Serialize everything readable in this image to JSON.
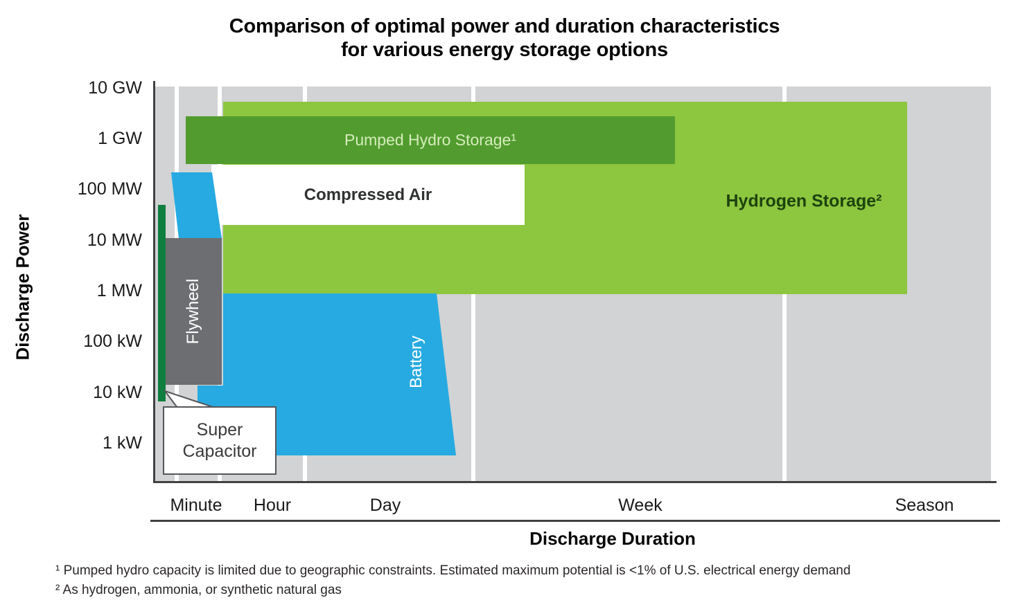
{
  "title": {
    "line1": "Comparison of optimal power and duration characteristics",
    "line2": "for various energy storage options"
  },
  "y_axis": {
    "label": "Discharge Power",
    "ticks": [
      "10 GW",
      "1 GW",
      "100 MW",
      "10 MW",
      "1 MW",
      "100 kW",
      "10 kW",
      "1 kW"
    ]
  },
  "x_axis": {
    "label": "Discharge Duration",
    "ticks": [
      "Minute",
      "Hour",
      "Day",
      "Week",
      "Season"
    ]
  },
  "region_labels": {
    "hydrogen": "Hydrogen Storage²",
    "pumped_hydro": "Pumped Hydro Storage¹",
    "compressed_air": "Compressed Air",
    "flywheel": "Flywheel",
    "battery": "Battery",
    "super_capacitor_line1": "Super",
    "super_capacitor_line2": "Capacitor"
  },
  "footnotes": [
    "¹ Pumped hydro capacity is limited due to geographic constraints. Estimated maximum potential is <1% of U.S. electrical energy demand",
    "² As hydrogen, ammonia, or synthetic natural gas"
  ],
  "colors": {
    "plot_bg": "#d1d3d4",
    "grid": "#ffffff",
    "axis": "#414042",
    "hydrogen": "#8dc63f",
    "pumped_hydro": "#529c2f",
    "compressed_air": "#ffffff",
    "battery": "#27aae1",
    "flywheel": "#6d6e71",
    "super_capacitor": "#0f7e3f",
    "hydrogen_label": "#1d430f",
    "pumped_hydro_label": "#d5ecbb",
    "compressed_air_label": "#2f3130",
    "white_label": "#ffffff",
    "callout_text": "#3a3a3c",
    "callout_border": "#55565a",
    "footnote_text": "#2a2627"
  },
  "chart_data": {
    "type": "area",
    "title": "Comparison of optimal power and duration characteristics for various energy storage options",
    "xlabel": "Discharge Duration",
    "ylabel": "Discharge Power",
    "x_ticks": [
      "Minute",
      "Hour",
      "Day",
      "Week",
      "Season"
    ],
    "x_scale": "log-time (categorical duration bands separated by white gridlines)",
    "y_ticks": [
      "10 GW",
      "1 GW",
      "100 MW",
      "10 MW",
      "1 MW",
      "100 kW",
      "10 kW",
      "1 kW"
    ],
    "y_scale": "log",
    "legend_position": "labels drawn inside regions",
    "grid": "vertical white band separators only",
    "regions": [
      {
        "name": "Super Capacitor",
        "duration_min": "seconds",
        "duration_max": "~1 minute",
        "power_min": "~10 kW",
        "power_max": "~50 MW",
        "note": "narrow dark-green bar at far left, labeled by white callout bubble"
      },
      {
        "name": "Flywheel",
        "duration_min": "seconds",
        "duration_max": "~start of hour band",
        "power_min": "~15 kW",
        "power_max": "~10 MW"
      },
      {
        "name": "Battery",
        "duration_min": "~1 minute",
        "duration_max": "~1 day",
        "power_min": "~1 kW",
        "power_max": "~1 MW",
        "note": "separate short-duration lobe near the minute band reaching ~100-200 MW"
      },
      {
        "name": "Compressed Air",
        "duration_min": "~1 hour",
        "duration_max": "~1 day",
        "power_min": "~20 MW",
        "power_max": "~300 MW"
      },
      {
        "name": "Pumped Hydro Storage¹",
        "duration_min": "~1 minute",
        "duration_max": "~1 week",
        "power_min": "~300 MW",
        "power_max": "~3 GW"
      },
      {
        "name": "Hydrogen Storage²",
        "duration_min": "~1 hour",
        "duration_max": "season",
        "power_min": "~1 MW",
        "power_max": "~5 GW"
      }
    ]
  }
}
